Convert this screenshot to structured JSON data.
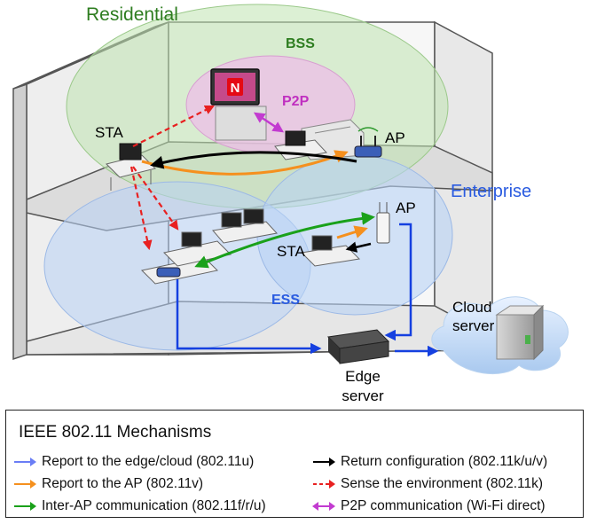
{
  "labels": {
    "residential": "Residential",
    "bss": "BSS",
    "p2p": "P2P",
    "sta_top": "STA",
    "ap_top": "AP",
    "enterprise": "Enterprise",
    "ap_ent": "AP",
    "sta_ent": "STA",
    "ess": "ESS",
    "cloud_server": "Cloud\nserver",
    "edge_server": "Edge\nserver",
    "tv_logo": "N"
  },
  "legend": {
    "title": "IEEE 802.11 Mechanisms",
    "items": [
      {
        "text": "Report to the edge/cloud (802.11u)",
        "color": "#6a7df5",
        "dashed": false,
        "double": false
      },
      {
        "text": "Report to the AP (802.11v)",
        "color": "#f5901e",
        "dashed": false,
        "double": false
      },
      {
        "text": "Inter-AP communication (802.11f/r/u)",
        "color": "#1aa11a",
        "dashed": false,
        "double": false
      },
      {
        "text": "Return configuration (802.11k/u/v)",
        "color": "#000000",
        "dashed": false,
        "double": false
      },
      {
        "text": "Sense the environment (802.11k)",
        "color": "#e82020",
        "dashed": true,
        "double": false
      },
      {
        "text": "P2P communication (Wi-Fi direct)",
        "color": "#c23bd0",
        "dashed": false,
        "double": true
      }
    ]
  },
  "colors": {
    "residential": "#2e7d20",
    "bss": "#2e7d20",
    "p2p": "#c030c0",
    "enterprise": "#2a5be0",
    "ess": "#2a5be0",
    "edge_blue": "#1540e0",
    "orange": "#f5901e",
    "green": "#1aa11a",
    "red": "#e82020",
    "magenta": "#c23bd0",
    "black": "#000000"
  }
}
